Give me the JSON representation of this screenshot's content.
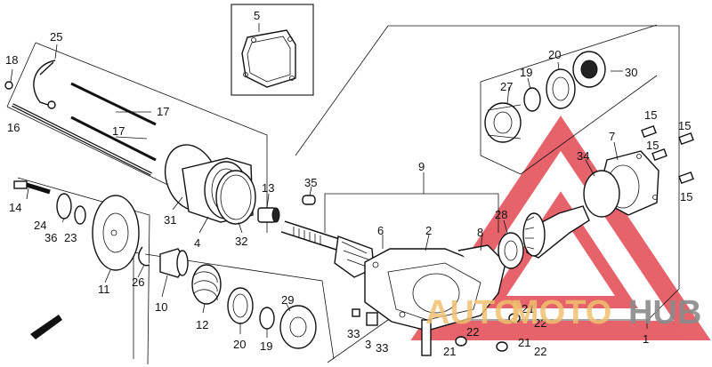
{
  "diagram": {
    "parts": [
      {
        "id": "p1",
        "label": "1"
      },
      {
        "id": "p2",
        "label": "2"
      },
      {
        "id": "p3",
        "label": "3"
      },
      {
        "id": "p4",
        "label": "4"
      },
      {
        "id": "p5",
        "label": "5"
      },
      {
        "id": "p6",
        "label": "6"
      },
      {
        "id": "p7",
        "label": "7"
      },
      {
        "id": "p8",
        "label": "8"
      },
      {
        "id": "p9",
        "label": "9"
      },
      {
        "id": "p10",
        "label": "10"
      },
      {
        "id": "p11",
        "label": "11"
      },
      {
        "id": "p12",
        "label": "12"
      },
      {
        "id": "p13",
        "label": "13"
      },
      {
        "id": "p14",
        "label": "14"
      },
      {
        "id": "p15a",
        "label": "15"
      },
      {
        "id": "p15b",
        "label": "15"
      },
      {
        "id": "p15c",
        "label": "15"
      },
      {
        "id": "p15d",
        "label": "15"
      },
      {
        "id": "p16",
        "label": "16"
      },
      {
        "id": "p17a",
        "label": "17"
      },
      {
        "id": "p17b",
        "label": "17"
      },
      {
        "id": "p18",
        "label": "18"
      },
      {
        "id": "p19a",
        "label": "19"
      },
      {
        "id": "p19b",
        "label": "19"
      },
      {
        "id": "p20a",
        "label": "20"
      },
      {
        "id": "p20b",
        "label": "20"
      },
      {
        "id": "p21a",
        "label": "21"
      },
      {
        "id": "p21b",
        "label": "21"
      },
      {
        "id": "p21c",
        "label": "21"
      },
      {
        "id": "p22a",
        "label": "22"
      },
      {
        "id": "p22b",
        "label": "22"
      },
      {
        "id": "p22c",
        "label": "22"
      },
      {
        "id": "p23",
        "label": "23"
      },
      {
        "id": "p24",
        "label": "24"
      },
      {
        "id": "p25",
        "label": "25"
      },
      {
        "id": "p26",
        "label": "26"
      },
      {
        "id": "p27",
        "label": "27"
      },
      {
        "id": "p28",
        "label": "28"
      },
      {
        "id": "p29",
        "label": "29"
      },
      {
        "id": "p30",
        "label": "30"
      },
      {
        "id": "p31",
        "label": "31"
      },
      {
        "id": "p32",
        "label": "32"
      },
      {
        "id": "p33a",
        "label": "33"
      },
      {
        "id": "p33b",
        "label": "33"
      },
      {
        "id": "p34",
        "label": "34"
      },
      {
        "id": "p35",
        "label": "35"
      },
      {
        "id": "p36",
        "label": "36"
      }
    ]
  },
  "watermark": {
    "auto": "AUTO",
    "moto": "MOTO",
    "hub": "HUB",
    "colors": {
      "auto": "#f0c070",
      "hub": "#8a8a8a",
      "triangle": "#e0303a"
    }
  }
}
